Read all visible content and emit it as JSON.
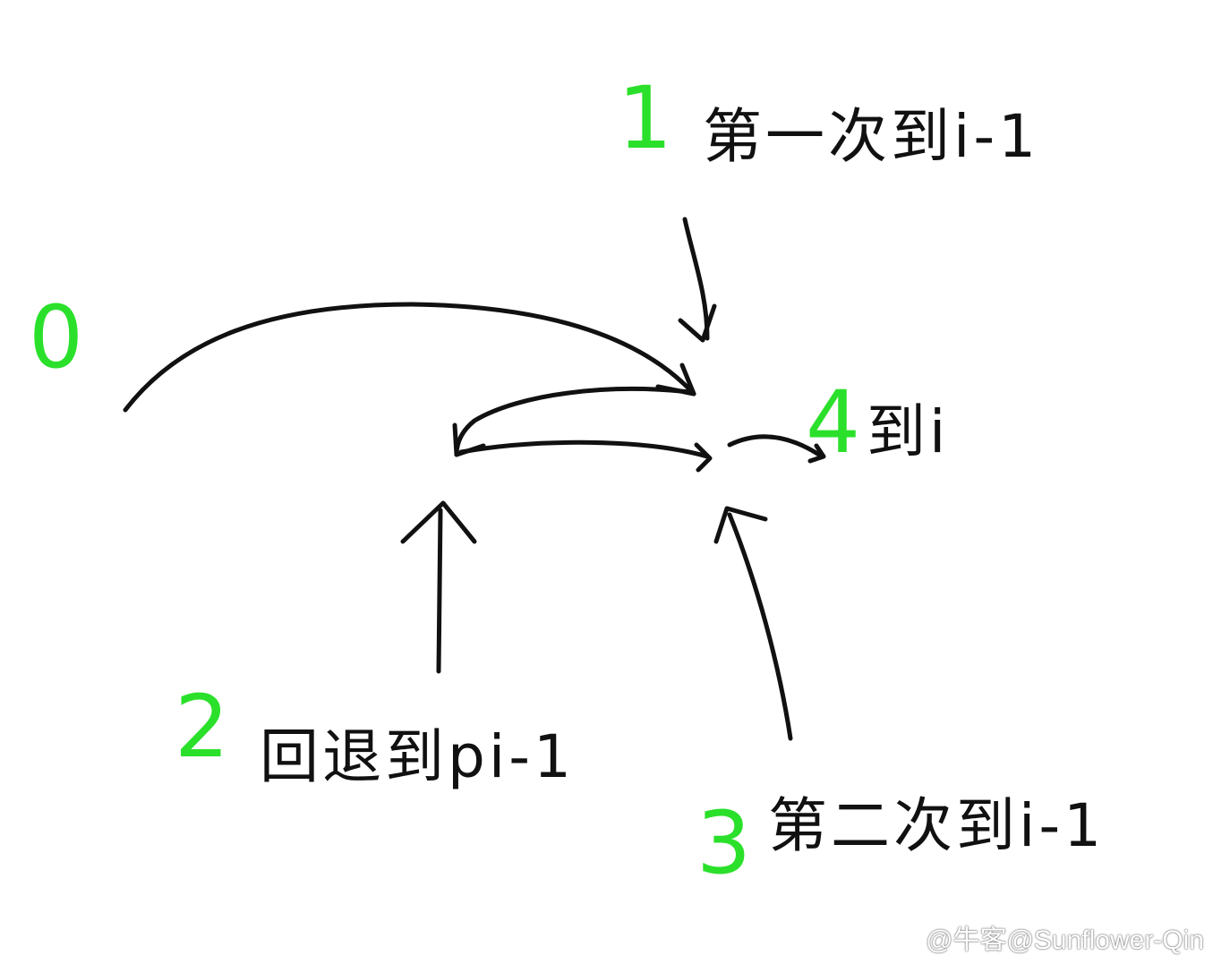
{
  "steps": [
    {
      "number": "0",
      "label": ""
    },
    {
      "number": "1",
      "label": "第一次到i-1"
    },
    {
      "number": "2",
      "label": "回退到pi-1"
    },
    {
      "number": "3",
      "label": "第二次到i-1"
    },
    {
      "number": "4",
      "label": "到i"
    }
  ],
  "watermark": "@牛客@Sunflower-Qin",
  "colors": {
    "ink": "#111111",
    "step_numbers": "#2be02b",
    "background": "#ffffff"
  }
}
